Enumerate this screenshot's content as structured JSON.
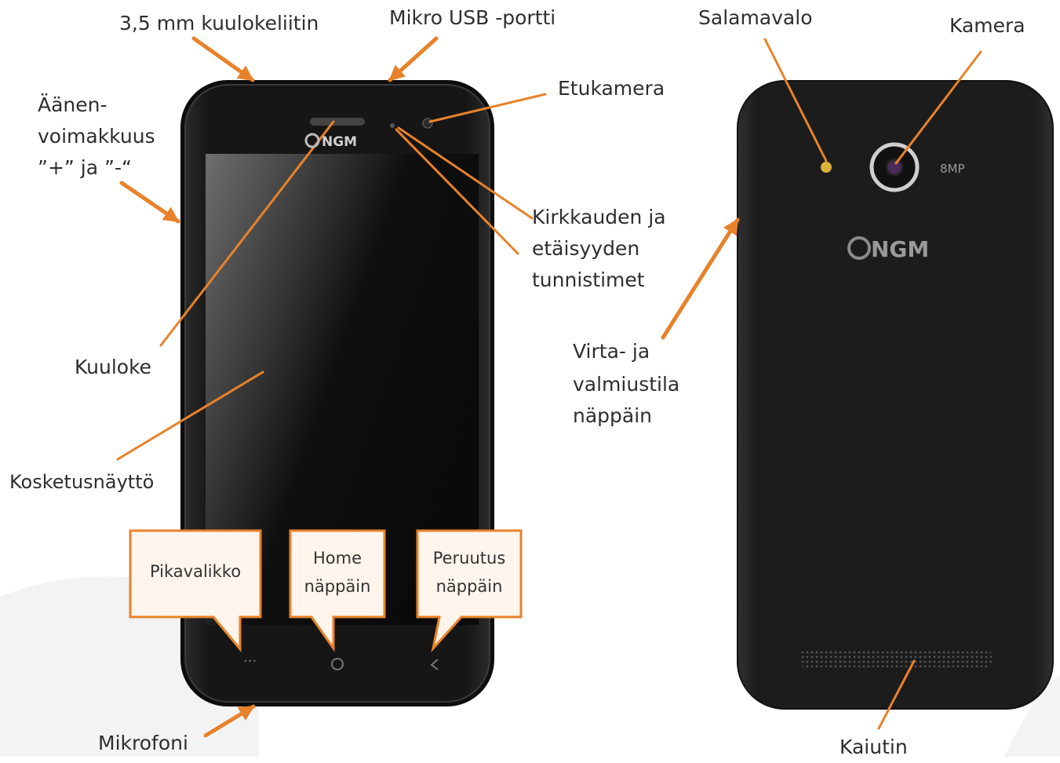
{
  "colors": {
    "arrow": "#e8822a",
    "phone_body": "#1e1e1e",
    "callout_fill": "#fff5ec"
  },
  "front": {
    "brand_logo": "NGM",
    "labels": {
      "audio_jack": "3,5 mm kuulokeliitin",
      "micro_usb": "Mikro USB -portti",
      "front_camera": "Etukamera",
      "volume_line1": "Äänen-",
      "volume_line2": "voimakkuus",
      "volume_line3": "”+” ja ”-“",
      "sensors_line1": "Kirkkauden ja",
      "sensors_line2": "etäisyyden",
      "sensors_line3": "tunnistimet",
      "earpiece": "Kuuloke",
      "touchscreen": "Kosketusnäyttö",
      "microphone": "Mikrofoni"
    },
    "callouts": {
      "menu": "Pikavalikko",
      "home_line1": "Home",
      "home_line2": "näppäin",
      "back_line1": "Peruutus",
      "back_line2": "näppäin"
    }
  },
  "back": {
    "brand_logo": "NGM",
    "camera_spec": "8MP",
    "labels": {
      "flash": "Salamavalo",
      "camera": "Kamera",
      "power_line1": "Virta- ja",
      "power_line2": "valmiustila",
      "power_line3": "näppäin",
      "speaker": "Kaiutin"
    }
  }
}
